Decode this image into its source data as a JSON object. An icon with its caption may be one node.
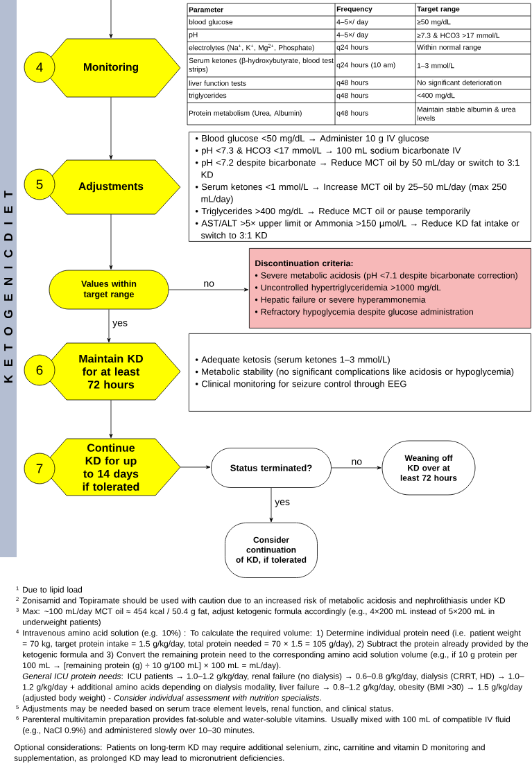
{
  "diagram": {
    "nodes": [
      {
        "text": [
          "Monitoring"
        ]
      },
      {
        "text": [
          "4"
        ]
      },
      {
        "text": [
          "Adjustments"
        ]
      },
      {
        "text": [
          "5"
        ]
      },
      {
        "text": [
          "• Blood glucose <50 mg/dL → Administer 10 g IV glucose",
          "• pH <7.3 & HCO3 <17 mmol/L → 100 mL sodium bicarbonate IV",
          "• pH <7.2 despite bicarbonate → Reduce MCT oil by 50 mL/day or switch to 3:1 KD",
          "• Serum ketones <1 mmol/L → Increase MCT oil by 25–50 mL/day (max 250 mL/day)",
          "• Triglycerides >400 mg/dL → Reduce MCT oil or pause temporarily",
          "• AST/ALT >5× upper limit or Ammonia >150 µmol/L → Reduce KD fat intake or switch to 3:1 KD"
        ]
      },
      {
        "text": [
          "Values within target range"
        ]
      },
      {
        "text": [
          "Discontinuation criteria:",
          "• Severe metabolic acidosis (pH <7.1 despite bicarbonate correction)",
          "• Uncontrolled hypertriglyceridemia >1000 mg/dL",
          "• Hepatic failure or severe hyperammonemia",
          "• Refractory hypoglycemia despite glucose administration"
        ]
      },
      {
        "text": [
          "Maintain KD for at least 72 hours"
        ]
      },
      {
        "text": [
          "6"
        ]
      },
      {
        "text": [
          "• Adequate ketosis (serum ketones 1–3 mmol/L)",
          "• Metabolic stability (no significant complications like acidosis or hypoglycemia)",
          "• Clinical monitoring for seizure control through EEG"
        ]
      },
      {
        "text": [
          "Continue KD for up to 14 days if tolerated"
        ]
      },
      {
        "text": [
          "7"
        ]
      },
      {
        "text": [
          "Status terminated?"
        ]
      },
      {
        "text": [
          "Weaning off KD over at least 72 hours"
        ]
      },
      {
        "text": [
          "Consider continuation of KD, if tolerated"
        ]
      }
    ],
    "edges": [
      {
        "from": null,
        "to": 0,
        "arrow": "to"
      },
      {
        "from": 0,
        "to": 2,
        "arrow": "to"
      },
      {
        "from": 2,
        "to": 5,
        "arrow": "to"
      },
      {
        "from": 5,
        "to": 6,
        "arrow": "to",
        "label": "no"
      },
      {
        "from": 5,
        "to": 7,
        "arrow": "to",
        "label": "yes"
      },
      {
        "from": 7,
        "to": 10,
        "arrow": "to"
      },
      {
        "from": 10,
        "to": 12,
        "arrow": "to"
      },
      {
        "from": 12,
        "to": 13,
        "arrow": "to",
        "label": "no"
      },
      {
        "from": 12,
        "to": 14,
        "arrow": "to",
        "label": "yes"
      }
    ],
    "labels": [
      "K E T O G E N I C D I E T",
      "Parameter",
      "Frequency",
      "Target range",
      "blood glucose",
      "4–5×/ day",
      "≥50 mg/dL",
      "pH",
      "4–5×/ day",
      "≥7.3 & HCO3 >17 mmol/L",
      "electrolytes (Na$^{+}$, K$^{+}$, Mg$^{2+}$, Phosphate)",
      "q24 hours",
      "Within normal range",
      "Serum ketones (β-hydroxybutyrate, blood test strips)",
      "q24 hours (10 am)",
      "1–3 mmol/L",
      "liver function tests",
      "q48 hours",
      "No significant deterioration",
      "triglycerides",
      "q48 hours",
      "<400 mg/dL",
      "Protein metabolism (Urea, Albumin)",
      "q48 hours",
      "Maintain stable albumin & urea levels",
      "1",
      "Due to lipid load",
      "2",
      "Zonisamid and Topiramate should be used with caution due to an increased risk of metabolic acidosis and nephrolithiasis under KD",
      "3",
      "Max: ~100 mL/day MCT oil ≈ 454 kcal / 50.4 g fat, adjust ketogenic formula accordingly (e.g., 4×200 mL instead of 5×200 mL in underweight patients)",
      "4",
      "Intravenous amino acid solution (e.g. 10%) : To calculate the required volume: 1) Determine individual protein need (i.e. patient weight = 70 kg, target protein intake = 1.5 g/kg/day, total protein needed = 70 × 1.5 = 105 g/day), 2) Subtract the protein already provided by the ketogenic formula and 3) Convert the remaining protein need to the corresponding amino acid solution volume (e.g., if 10 g protein per 100 mL → [remaining protein (g) ÷ 10 g/100 mL] × 100 mL = mL/day).",
      "*General ICU protein needs*: ICU patients → 1.0–1.2 g/kg/day, renal failure (no dialysis) → 0.6–0.8 g/kg/day, dialysis (CRRT, HD) → 1.0–1.2 g/kg/day + additional amino acids depending on dialysis modality, liver failure → 0.8–1.2 g/kg/day, obesity (BMI >30) → 1.5 g/kg/day (adjusted body weight) - *Consider individual assessment with nutrition specialists*.",
      "5",
      "Adjustments may be needed based on serum trace element levels, renal function, and clinical status.",
      "6",
      "Parenteral multivitamin preparation provides fat-soluble and water-soluble vitamins. Usually mixed with 100 mL of  compatible IV fluid (e.g., NaCl 0.9%) and administered slowly over 10–30 minutes.",
      "Optional considerations: Patients on long-term KD may require additional selenium, zinc, carnitine and vitamin D monitoring and supplementation, as prolonged KD may lead to micronutrient deficiencies."
    ]
  }
}
